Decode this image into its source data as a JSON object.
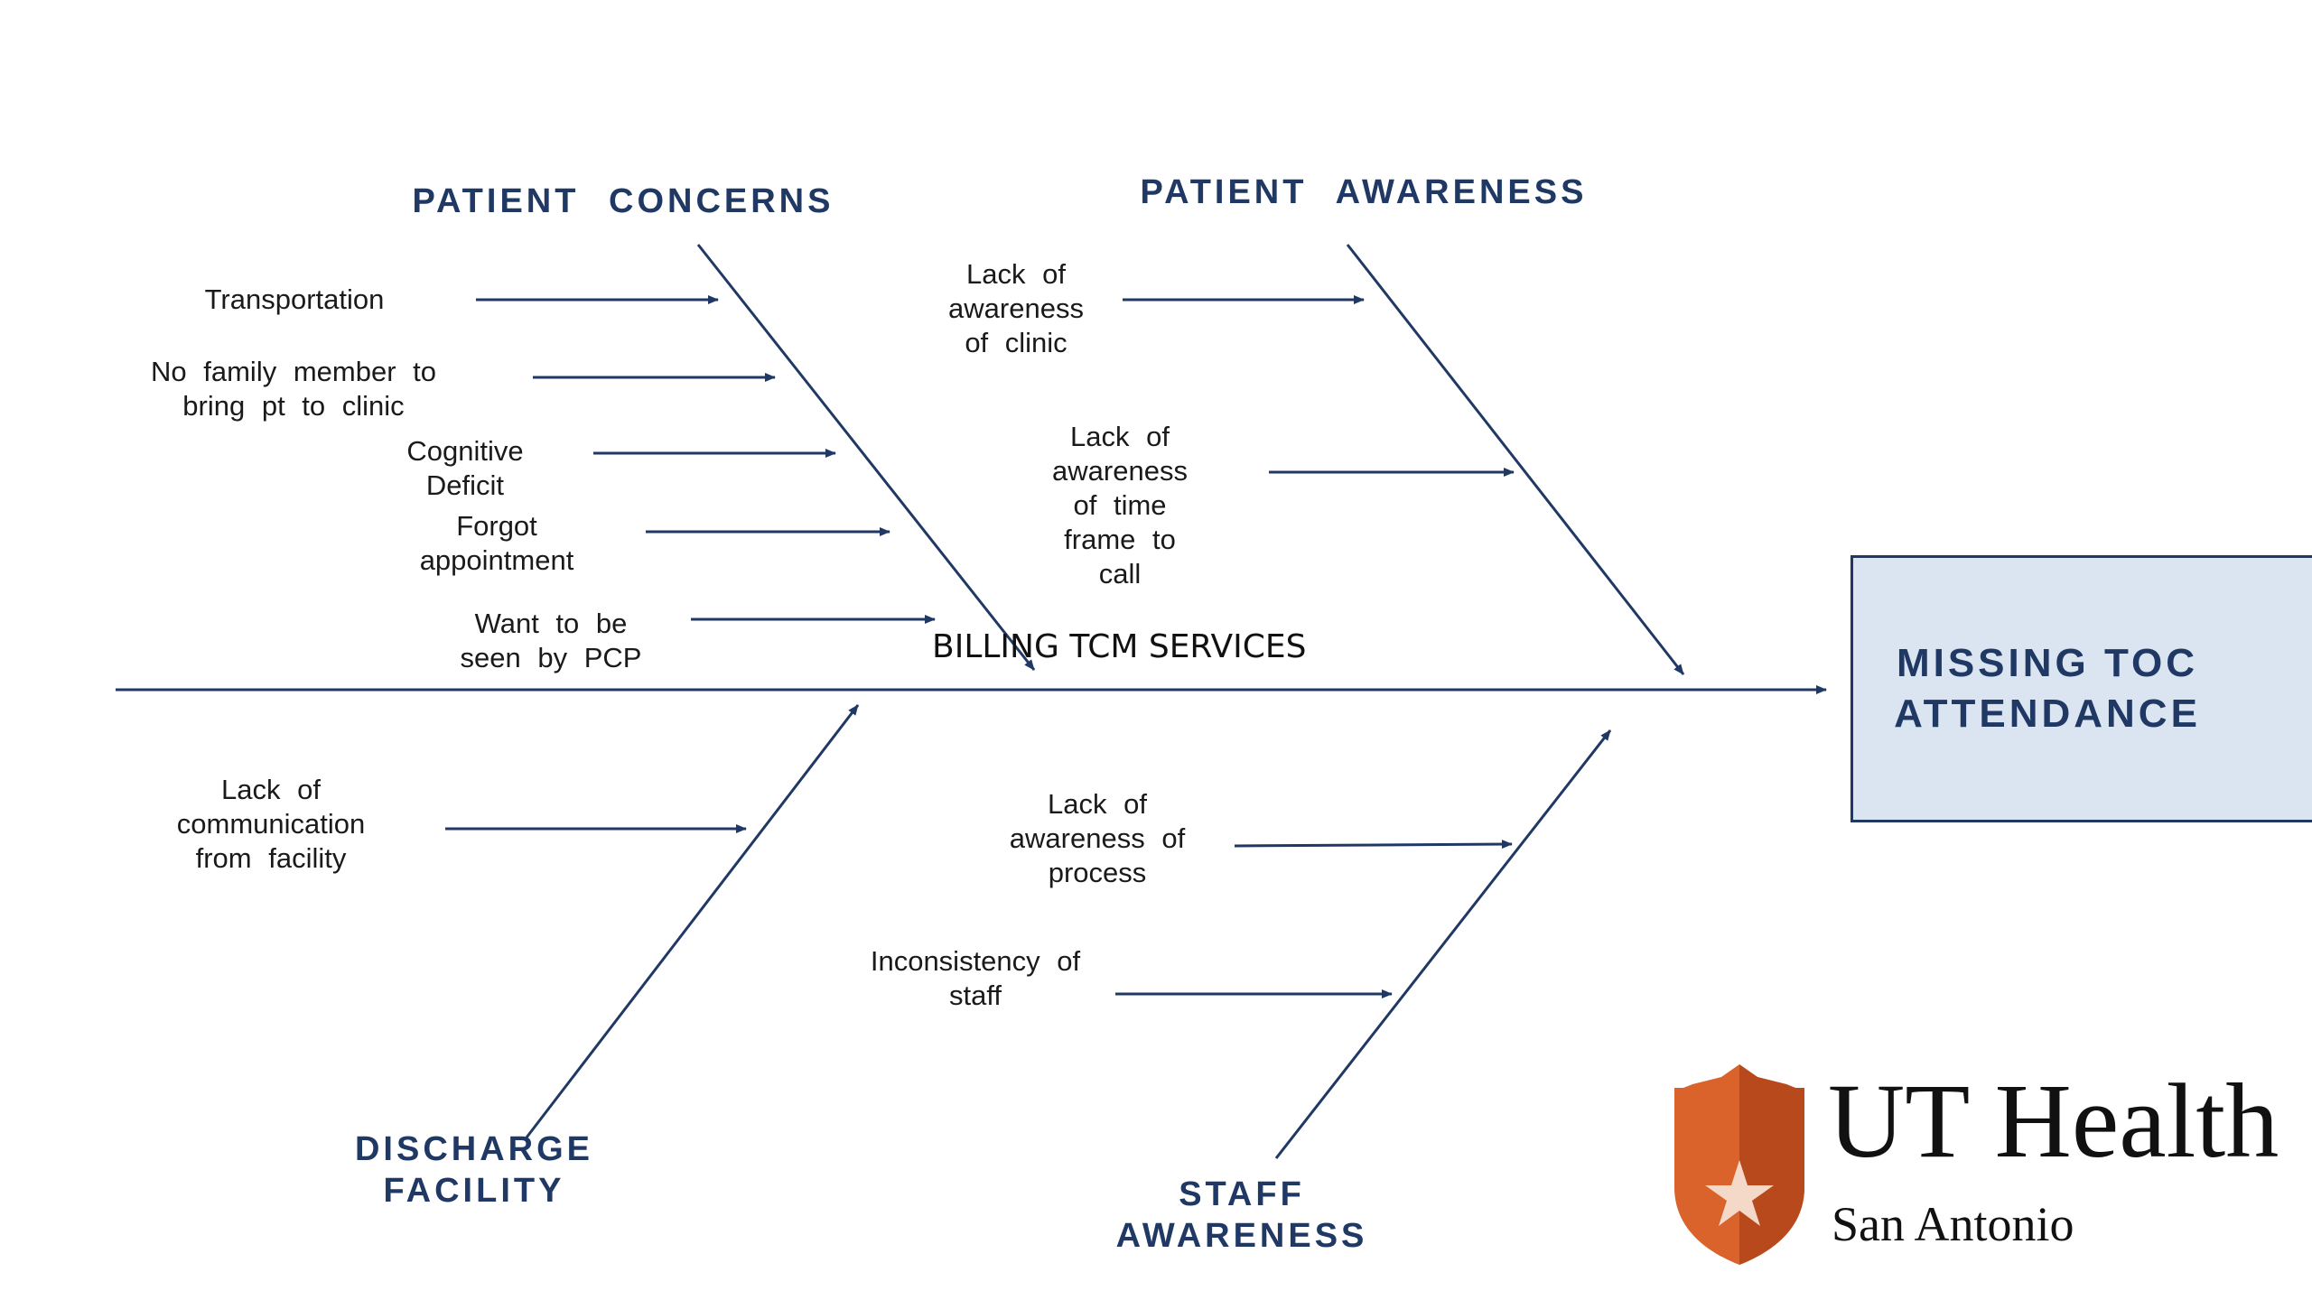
{
  "diagram": {
    "type": "fishbone",
    "effect": "MISSING TOC\nATTENDANCE",
    "spine_label": "BILLING TCM SERVICES",
    "categories": [
      {
        "id": "patient-concerns",
        "title": "PATIENT  CONCERNS",
        "causes": [
          "Transportation",
          "No family  member  to\nbring pt to clinic",
          "Cognitive\nDeficit",
          "Forgot\nappointment",
          "Want  to  be\nseen  by  PCP"
        ]
      },
      {
        "id": "patient-awareness",
        "title": "PATIENT  AWARENESS",
        "causes": [
          "Lack  of\nawareness\nof clinic",
          "Lack  of\nawareness\nof time\nframe  to\ncall"
        ]
      },
      {
        "id": "discharge-facility",
        "title": "DISCHARGE\nFACILITY",
        "causes": [
          "Lack  of\ncommunication\nfrom  facility"
        ]
      },
      {
        "id": "staff-awareness",
        "title": "STAFF\nAWARENESS",
        "causes": [
          "Lack  of\nawareness  of\nprocess",
          "Inconsistency  of\nstaff"
        ]
      }
    ]
  },
  "logo": {
    "name": "UT Health",
    "subtitle": "San Antonio",
    "icon": "star-shield-icon"
  },
  "colors": {
    "line": "#1f3864",
    "box_fill": "#dbe5f1",
    "category_text": "#1f3864",
    "shield_orange": "#d9632b",
    "shield_dark": "#b8491c"
  }
}
